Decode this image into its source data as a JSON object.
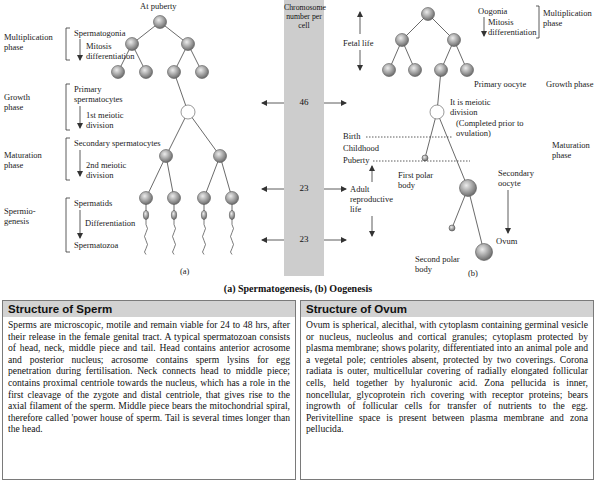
{
  "diagram": {
    "caption": "(a) Spermatogenesis, (b) Oogenesis",
    "nodes": [
      {
        "text": [
          "Chromosome number per cell",
          "46",
          "23",
          "23"
        ]
      },
      {
        "text": [
          "Structure of Sperm",
          "Sperms are microscopic, motile and remain viable for 24 to 48 hrs, after their release in the female genital tract. A typical spermatozoan consists of head, neck, middle piece and tail. Head contains anterior acrosome and posterior nucleus; acrosome contains sperm lysins for egg penetration during fertilisation. Neck connects head to middle piece; contains proximal centriole towards the nucleus, which has a role in the first cleavage of the zygote and distal centriole, that gives rise to the axial filament of the sperm. Middle piece bears the mitochondrial spiral, therefore called 'power house of sperm. Tail is several times longer than the head."
        ]
      },
      {
        "text": [
          "Structure of Ovum",
          "Ovum is spherical, alecithal, with cytoplasm containing germinal vesicle or nucleus, nucleolus and cortical granules; cytoplasm protected by plasma membrane; shows polarity, differentiated into an animal pole and a vegetal pole; centrioles absent, protected by two coverings. Corona radiata is outer, multicellular covering of radially elongated follicular cells, held together by hyaluronic acid. Zona pellucida is inner, noncellular, glycoprotein rich covering with receptor proteins; bears ingrowth of follicular cells for transfer of nutrients to the egg. Perivitelline space is present between plasma membrane and zona pellucida."
        ]
      }
    ],
    "labels": [
      "At puberty",
      "Multiplication phase",
      "Spermatogonia",
      "Mitosis",
      "differentiation",
      "Growth phase",
      "Primary spermatocytes",
      "1st meiotic division",
      "Maturation phase",
      "Secondary spermatocytes",
      "2nd meiotic division",
      "Spermio- genesis",
      "Spermatids",
      "Differentiation",
      "Spermatozoa",
      "(a)",
      "Fetal life",
      "Oogonia",
      "Mitosis",
      "differentiation",
      "Multiplication phase",
      "Primary oocyte",
      "Growth phase",
      "It is meiotic division",
      "(Completed prior to ovulation)",
      "Birth",
      "Childhood",
      "Puberty",
      "Adult reproductive life",
      "First polar body",
      "Secondary oocyte",
      "Ovum",
      "Second polar body",
      "Maturation phase",
      "(b)"
    ]
  }
}
